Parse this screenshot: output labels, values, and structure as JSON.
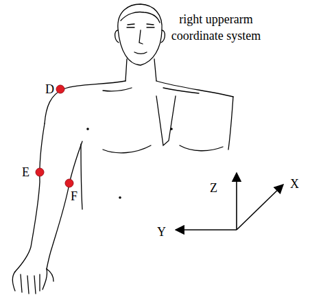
{
  "diagram": {
    "labels": [
      "D",
      "right upperarm coordinate system",
      "Z",
      "X",
      "E",
      "F",
      "Y"
    ]
  }
}
